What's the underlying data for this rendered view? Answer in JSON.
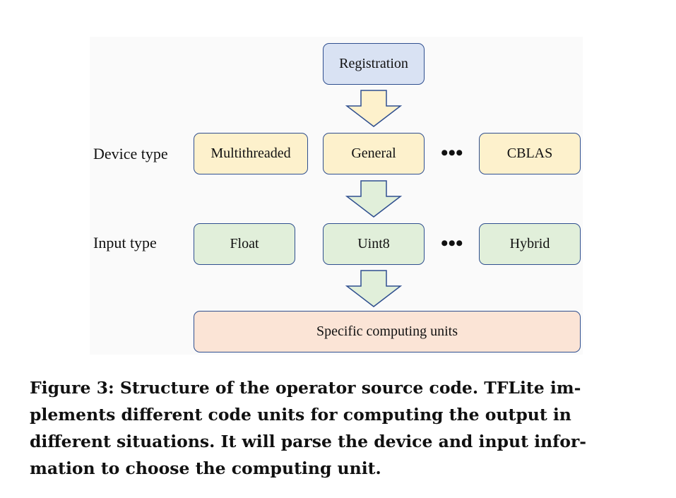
{
  "diagram": {
    "top": {
      "registration": "Registration"
    },
    "device_row": {
      "label": "Device type",
      "items": [
        "Multithreaded",
        "General",
        "CBLAS"
      ],
      "ellipsis": "•••"
    },
    "input_row": {
      "label": "Input type",
      "items": [
        "Float",
        "Uint8",
        "Hybrid"
      ],
      "ellipsis": "•••"
    },
    "bottom": {
      "units": "Specific computing units"
    },
    "colors": {
      "registration_fill": "#d9e2f3",
      "device_fill": "#fdf1cc",
      "input_fill": "#e1efda",
      "units_fill": "#fbe4d6",
      "border": "#2f4f8f"
    }
  },
  "caption": {
    "lines": [
      "Figure 3: Structure of the operator source code. TFLite im-",
      "plements different code units for computing the output in",
      "different situations. It will parse the device and input infor-",
      "mation to choose the computing unit."
    ]
  }
}
